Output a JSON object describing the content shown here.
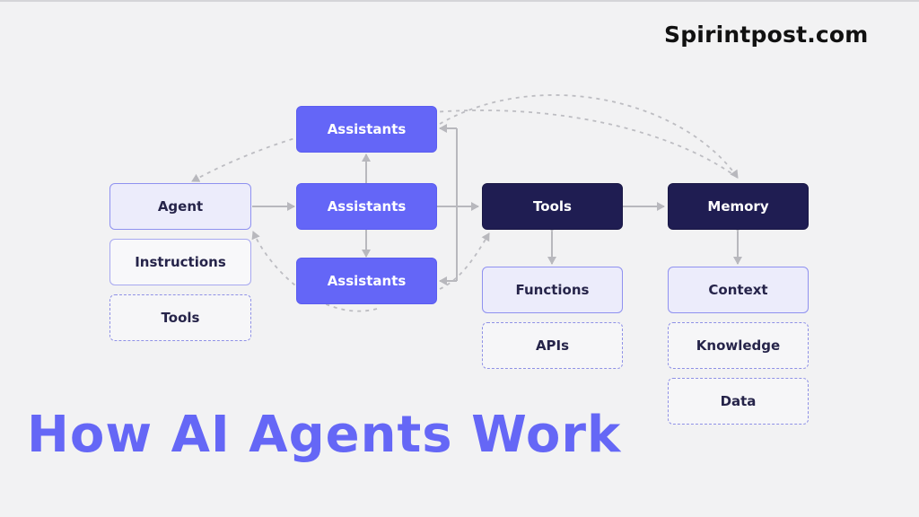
{
  "brand": "Spirintpost.com",
  "headline": "How AI Agents Work",
  "colors": {
    "accent": "#6466f7",
    "dark": "#1f1d52",
    "light_fill": "#ececfb",
    "border": "#8f91f0",
    "connector": "#b8b8bd"
  },
  "diagram": {
    "agent": {
      "label": "Agent"
    },
    "instructions": {
      "label": "Instructions"
    },
    "agent_tools": {
      "label": "Tools"
    },
    "assistant_top": {
      "label": "Assistants"
    },
    "assistant_middle": {
      "label": "Assistants"
    },
    "assistant_bottom": {
      "label": "Assistants"
    },
    "tools": {
      "label": "Tools"
    },
    "functions": {
      "label": "Functions"
    },
    "apis": {
      "label": "APIs"
    },
    "memory": {
      "label": "Memory"
    },
    "context": {
      "label": "Context"
    },
    "knowledge": {
      "label": "Knowledge"
    },
    "data": {
      "label": "Data"
    }
  }
}
